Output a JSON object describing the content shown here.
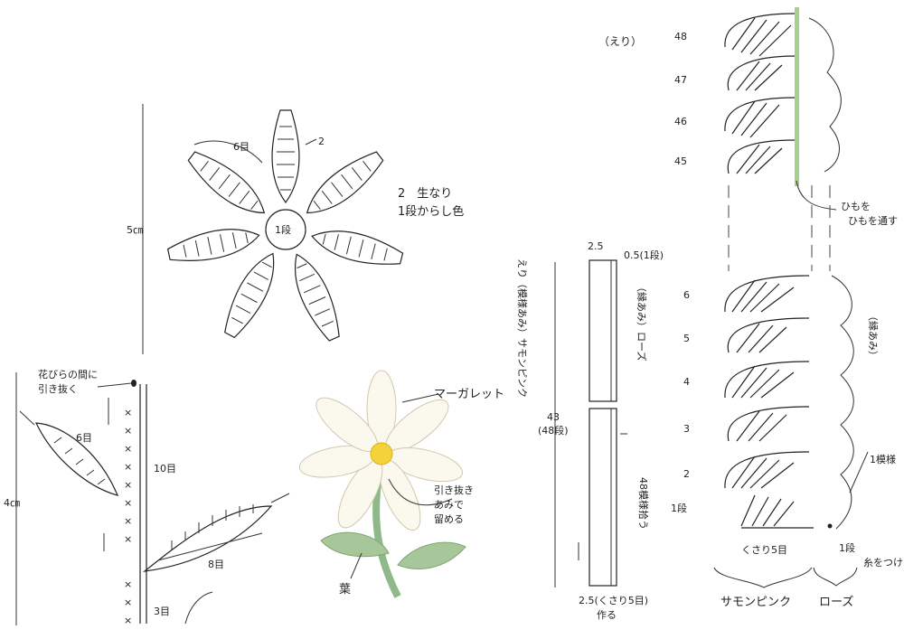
{
  "flower_diagram": {
    "size_label": "5㎝",
    "petal_count_label": "6目",
    "petal_row_label": "2",
    "center_label": "1段",
    "note_line1": "2　生なり",
    "note_line2": "1段からし色"
  },
  "leaf_diagram": {
    "size_label": "4㎝",
    "note_line1": "花びらの間に",
    "note_line2": "引き抜く",
    "count_6": "6目",
    "count_10": "10目",
    "count_8": "8目",
    "count_3": "3目"
  },
  "illustration": {
    "name_label": "マーガレット",
    "leaf_label": "葉",
    "note_line1": "引き抜き",
    "note_line2": "あみで",
    "note_line3": "留める"
  },
  "collar": {
    "title": "（えり）",
    "width_top": "2.5",
    "edge_label": "0.5(1段)",
    "vertical_label": "えり（模様あみ）サモンピンク",
    "edge_vertical": "（縁あみ）ローズ",
    "height_line1": "43",
    "height_line2": "(48段)",
    "pick_up": "48模様拾う",
    "width_bottom": "2.5(くさり5目)",
    "width_bottom2": "作る"
  },
  "pattern": {
    "rows_top": [
      "48",
      "47",
      "46",
      "45"
    ],
    "rows_bottom": [
      "6",
      "5",
      "4",
      "3",
      "2",
      "1段"
    ],
    "cord_note": "ひもを通す",
    "edge_note": "（縁あみ）",
    "repeat_note": "1模様",
    "chain_note": "くさり5目",
    "start_row": "1段",
    "attach_note": "糸をつける",
    "color_main": "サモンピンク",
    "color_edge": "ローズ",
    "cord_color": "#a8d08d"
  }
}
